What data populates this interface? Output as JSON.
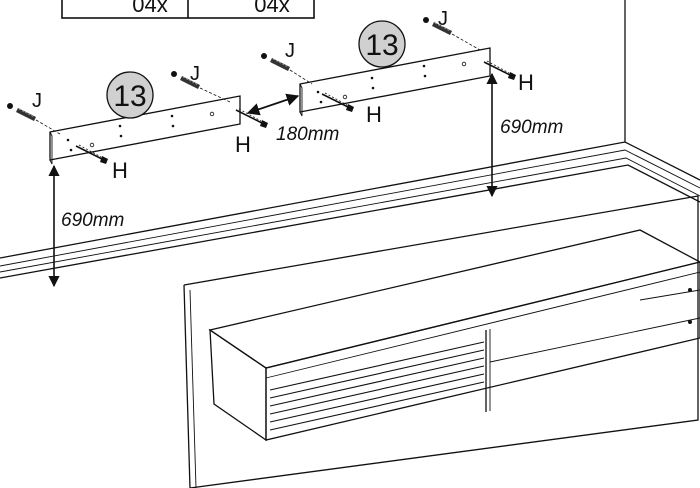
{
  "hardware_table": {
    "left_count": "04x",
    "right_count": "04x"
  },
  "step_badges": [
    "13",
    "13"
  ],
  "part_labels": {
    "screw": "H",
    "anchor": "J"
  },
  "dimensions": {
    "height_left": "690mm",
    "height_right": "690mm",
    "spacing": "180mm"
  }
}
